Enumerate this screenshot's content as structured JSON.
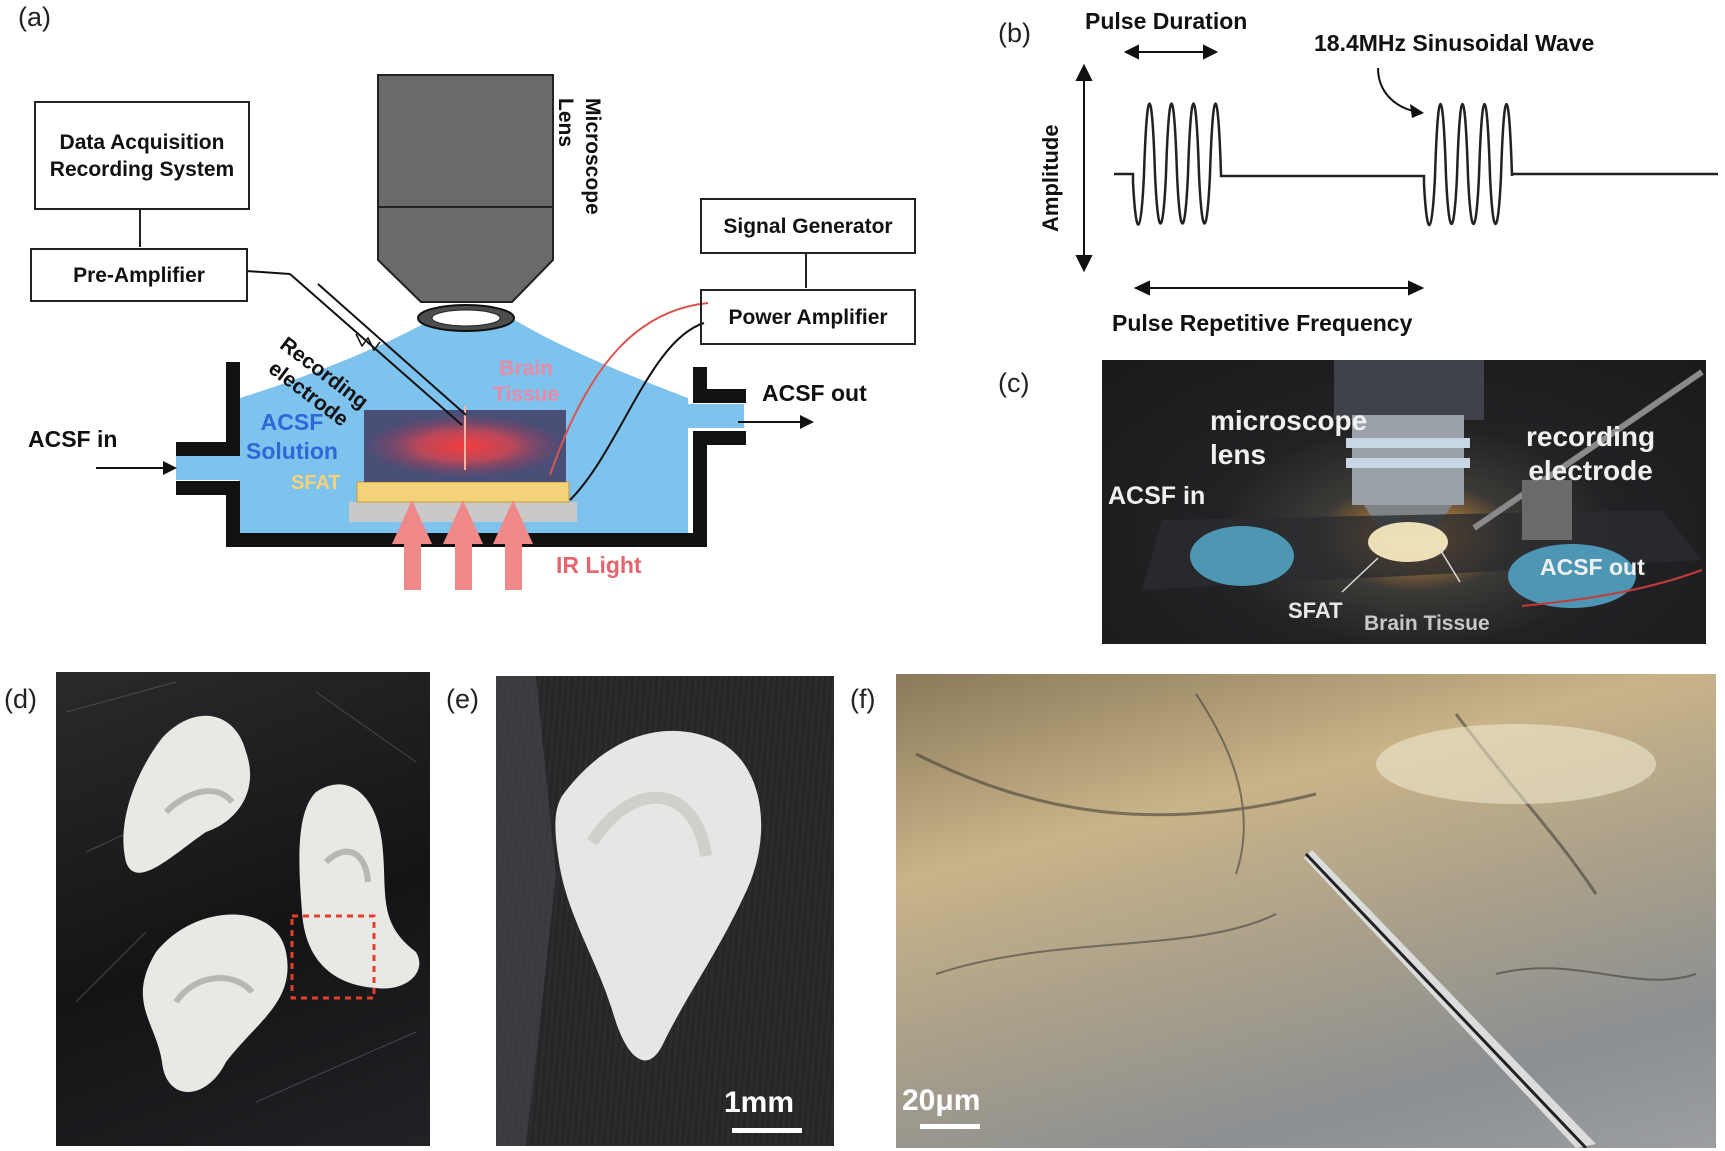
{
  "panels": {
    "a": {
      "label": "(a)",
      "data_acquisition": "Data Acquisition\nRecording System",
      "pre_amplifier": "Pre-Amplifier",
      "microscope_lens": "Microscope\nLens",
      "signal_generator": "Signal Generator",
      "power_amplifier": "Power Amplifier",
      "recording_electrode": "Recording\nelectrode",
      "brain_tissue": "Brain\nTissue",
      "acsf_solution": "ACSF\nSolution",
      "sfat": "SFAT",
      "acsf_in": "ACSF in",
      "acsf_out": "ACSF out",
      "ir_light": "IR Light",
      "colors": {
        "solution": "#7ec2ee",
        "sfat": "#f4d27a",
        "ir": "#f08a8a",
        "tissue_label": "#e98aa6",
        "acsf_label": "#2f66d8"
      }
    },
    "b": {
      "label": "(b)",
      "pulse_duration": "Pulse Duration",
      "wave_label": "18.4MHz Sinusoidal Wave",
      "amplitude": "Amplitude",
      "prf": "Pulse Repetitive Frequency"
    },
    "c": {
      "label": "(c)",
      "microscope_lens": "microscope\nlens",
      "recording_electrode": "recording\nelectrode",
      "acsf_in": "ACSF in",
      "acsf_out": "ACSF out",
      "sfat": "SFAT",
      "brain_tissue": "Brain Tissue"
    },
    "d": {
      "label": "(d)"
    },
    "e": {
      "label": "(e)",
      "scale": "1mm"
    },
    "f": {
      "label": "(f)",
      "scale": "20μm"
    }
  }
}
